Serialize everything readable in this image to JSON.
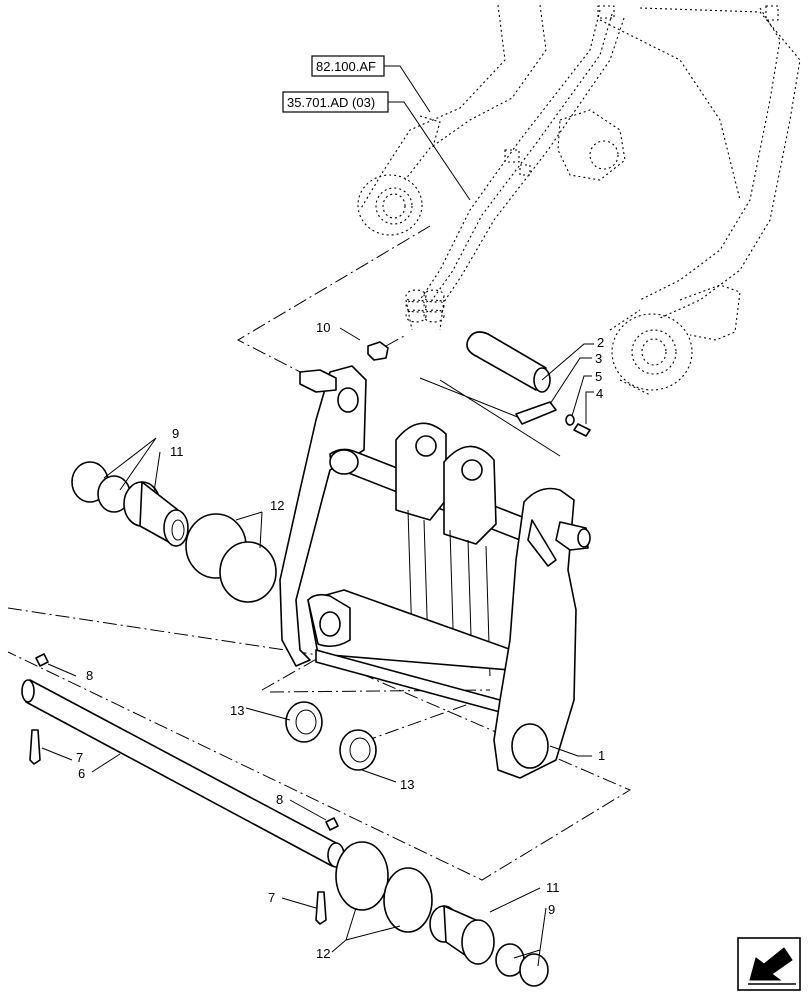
{
  "references": [
    "82.100.AF",
    "35.701.AD (03)"
  ],
  "callouts": {
    "c1": "1",
    "c2": "2",
    "c3": "3",
    "c4": "4",
    "c5": "5",
    "c6": "6",
    "c7a": "7",
    "c7b": "7",
    "c8a": "8",
    "c8b": "8",
    "c9a": "9",
    "c9b": "9",
    "c10": "10",
    "c11a": "11",
    "c11b": "11",
    "c12a": "12",
    "c12b": "12",
    "c13a": "13",
    "c13b": "13"
  },
  "icons": {
    "corner": "arrow-icon"
  }
}
